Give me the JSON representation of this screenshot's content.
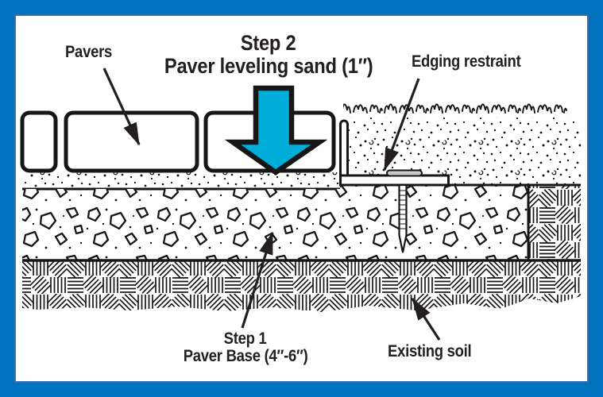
{
  "frame": {
    "border_color": "#0173BE",
    "inner_line_color": "#3E6CB0",
    "background_color": "#FFFFFF",
    "ink_color": "#1A1A1A"
  },
  "title": {
    "line1": "Step 2",
    "line2": "Paver leveling sand (1″)"
  },
  "labels": {
    "pavers": "Pavers",
    "edging_restraint": "Edging restraint",
    "step1_line1": "Step 1",
    "step1_line2": "Paver Base (4″-6″)",
    "existing_soil": "Existing soil"
  },
  "diagram": {
    "highlight_arrow_color": "#00ACD8",
    "elements": [
      "pavers",
      "paver-leveling-sand",
      "edging-restraint",
      "edging-spike",
      "grass",
      "topsoil",
      "paver-base-gravel",
      "existing-soil"
    ]
  }
}
